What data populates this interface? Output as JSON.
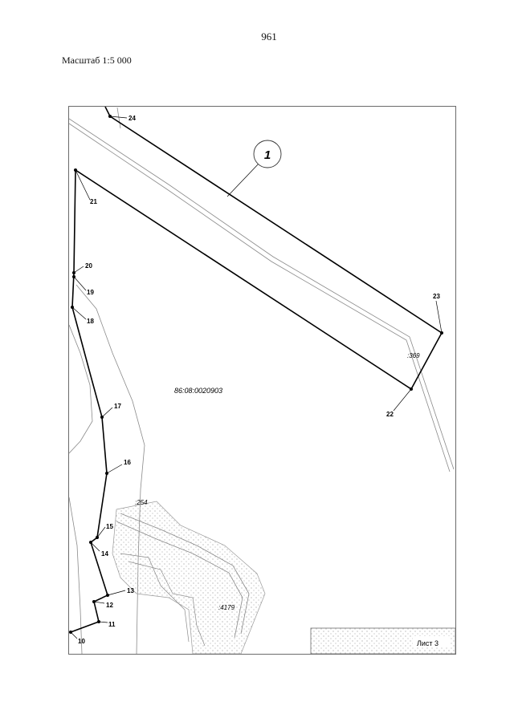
{
  "page_number": "961",
  "scale_label": "Масштаб 1:5 000",
  "zone_id": "1",
  "cadastral_block": "86:08:0020903",
  "parcel_labels": [
    ":369",
    ":254",
    ":4179"
  ],
  "sheet_label": "Лист 3",
  "boundary_points": [
    {
      "label": "10"
    },
    {
      "label": "11"
    },
    {
      "label": "12"
    },
    {
      "label": "13"
    },
    {
      "label": "14"
    },
    {
      "label": "15"
    },
    {
      "label": "16"
    },
    {
      "label": "17"
    },
    {
      "label": "18"
    },
    {
      "label": "19"
    },
    {
      "label": "20"
    },
    {
      "label": "21"
    },
    {
      "label": "22"
    },
    {
      "label": "23"
    },
    {
      "label": "24"
    }
  ],
  "colors": {
    "boundary": "#000000",
    "background_lines": "#8a8a8a",
    "frame": "#6b6b6b"
  }
}
